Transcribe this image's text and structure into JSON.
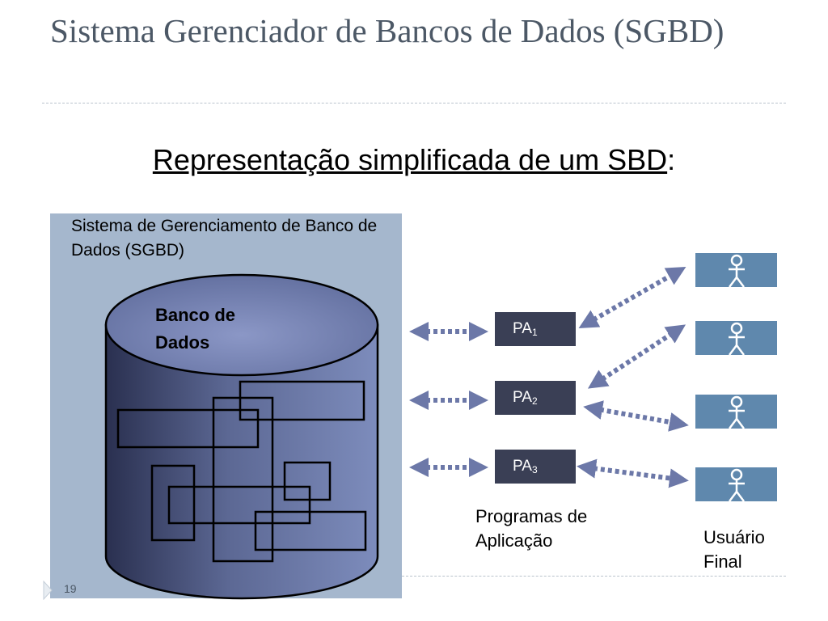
{
  "slide": {
    "title": "Sistema Gerenciador de Bancos de Dados (SGBD)",
    "subtitle": "Representação simplificada de um SBD",
    "subtitle_suffix": ":",
    "page_number": "19"
  },
  "diagram": {
    "sgbd_label": "Sistema de Gerenciamento de Banco de Dados (SGBD)",
    "database_label": "Banco de Dados",
    "programs": [
      {
        "label": "PA",
        "index": "1"
      },
      {
        "label": "PA",
        "index": "2"
      },
      {
        "label": "PA",
        "index": "3"
      }
    ],
    "programs_caption": "Programas de\nAplicação",
    "users_caption": "Usuário\nFinal",
    "users_count": 4
  },
  "colors": {
    "title": "#4c5866",
    "panel": "#a5b7cd",
    "cylinder": "#6a7aa8",
    "program_box": "#3a3f55",
    "user_box": "#5f88ad",
    "arrow": "#6c78a8"
  }
}
